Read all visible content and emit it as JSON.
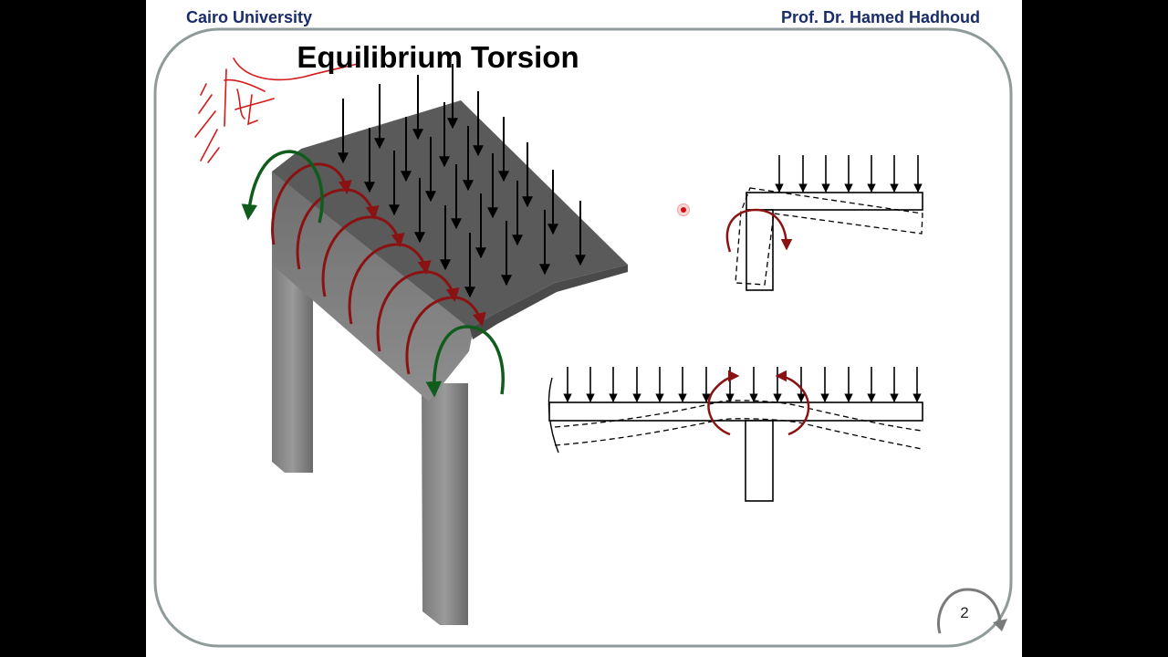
{
  "slide": {
    "header_left": "Cairo University",
    "header_right": "Prof. Dr. Hamed Hadhoud",
    "title": "Equilibrium Torsion",
    "page_number": "2"
  },
  "colors": {
    "header_text": "#1a2c6b",
    "frame": "#8f9a9a",
    "slab": "#5a5a5a",
    "torsion_arrow": "#8b1212",
    "end_arrow": "#0f5c1c",
    "annotation": "#d41a1a",
    "pointer": "#d01010"
  }
}
